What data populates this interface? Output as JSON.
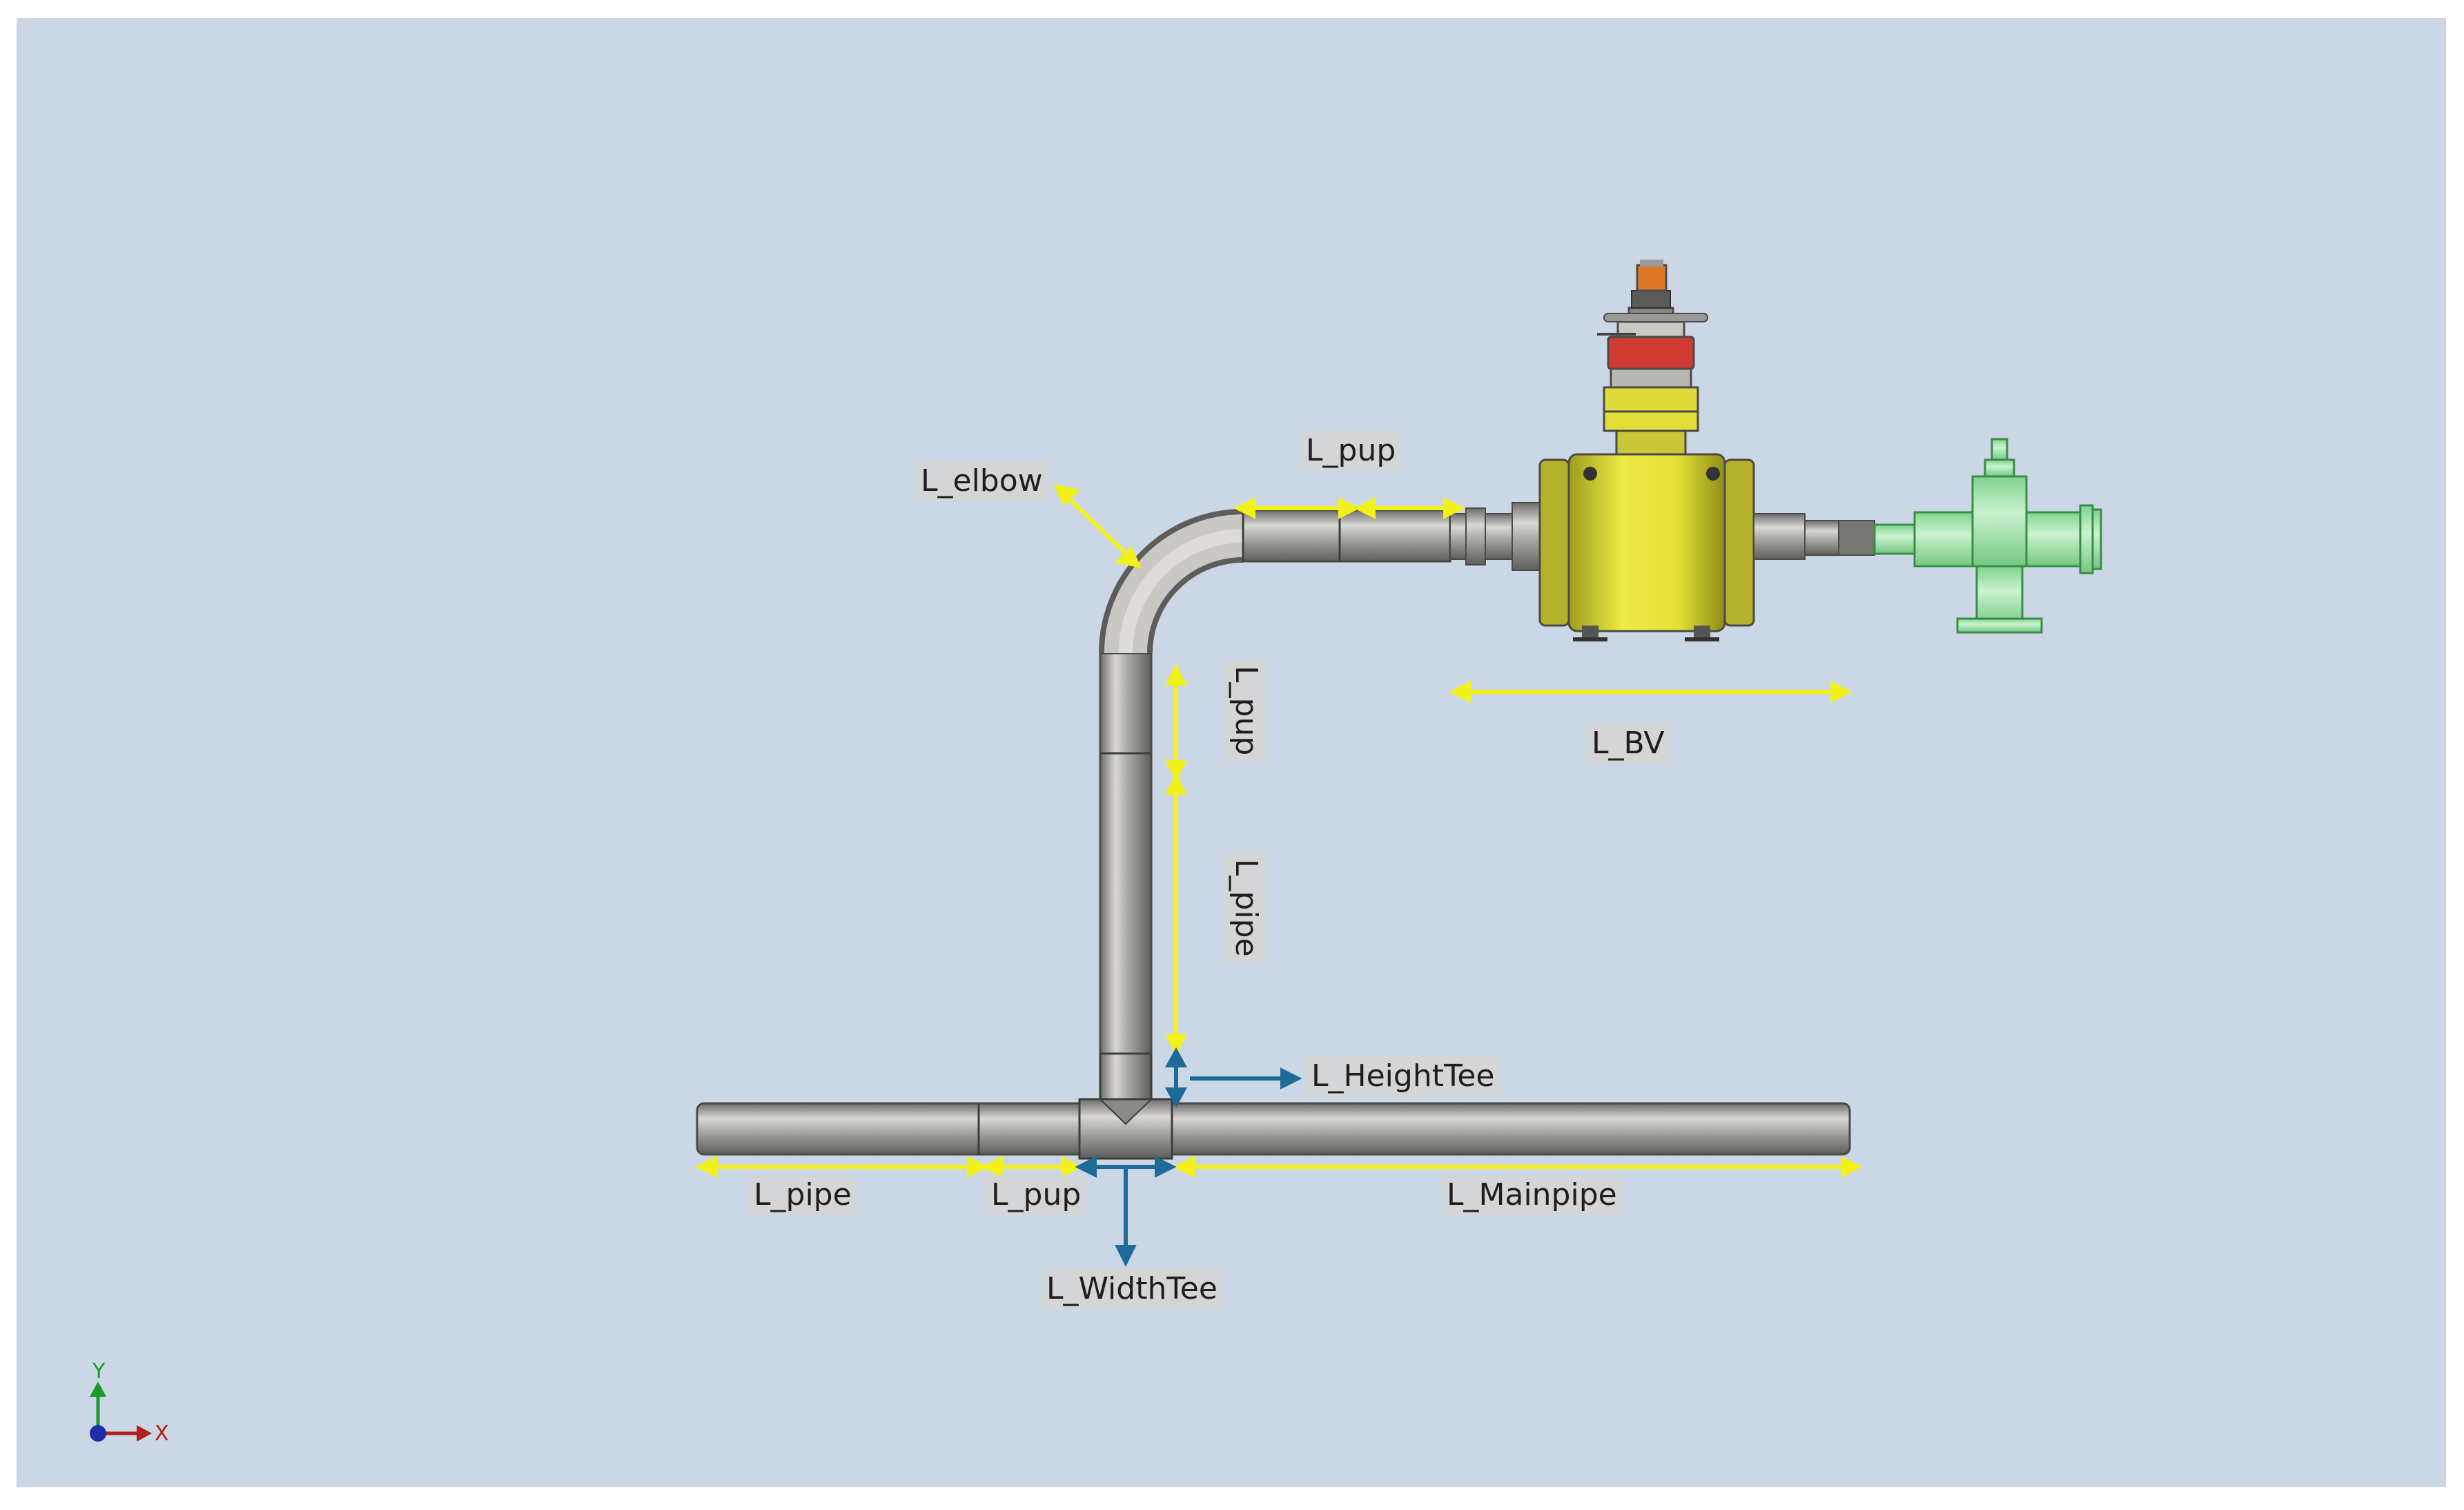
{
  "labels": {
    "l_elbow": "L_elbow",
    "l_pup_top": "L_pup",
    "l_pup_vert": "L_pup",
    "l_pipe_vert": "L_pipe",
    "l_bv": "L_BV",
    "l_heighttee": "L_HeightTee",
    "l_pipe_bottom": "L_pipe",
    "l_pup_bottom": "L_pup",
    "l_mainpipe": "L_Mainpipe",
    "l_widthtee": "L_WidthTee"
  },
  "axes": {
    "x": "X",
    "y": "Y"
  },
  "colors": {
    "background": "#ccd7e5",
    "dimension_yellow": "#f2f21a",
    "tee_arrow_blue": "#1d6b96",
    "valve_yellow": "#e9e63a",
    "flange_green": "#a5e8b0",
    "actuator_red": "#cf3a32"
  }
}
